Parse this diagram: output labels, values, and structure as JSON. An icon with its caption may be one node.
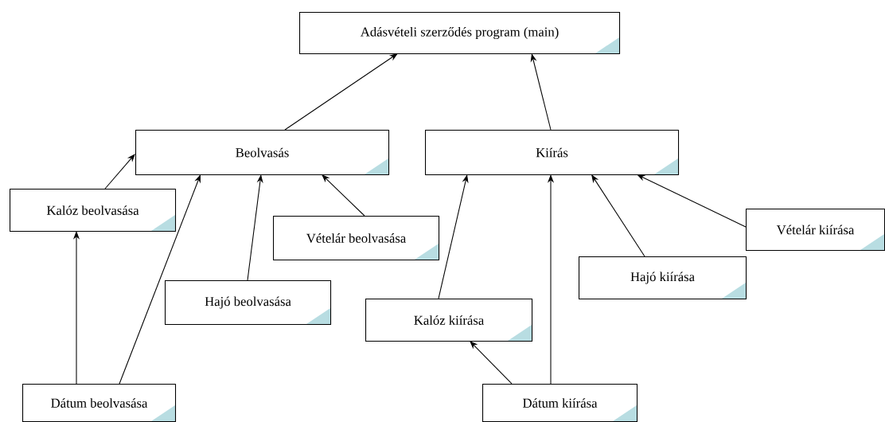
{
  "diagram": {
    "nodes": [
      {
        "text": [
          "Adásvételi szerződés program (main)"
        ]
      },
      {
        "text": [
          "Beolvasás"
        ]
      },
      {
        "text": [
          "Kiírás"
        ]
      },
      {
        "text": [
          "Kalóz beolvasása"
        ]
      },
      {
        "text": [
          "Vételár beolvasása"
        ]
      },
      {
        "text": [
          "Hajó beolvasása"
        ]
      },
      {
        "text": [
          "Dátum beolvasása"
        ]
      },
      {
        "text": [
          "Vételár kiírása"
        ]
      },
      {
        "text": [
          "Hajó kiírása"
        ]
      },
      {
        "text": [
          "Kalóz kiírása"
        ]
      },
      {
        "text": [
          "Dátum kiírása"
        ]
      }
    ],
    "edges": [
      {
        "from": 1,
        "to": 0,
        "arrow": "to"
      },
      {
        "from": 2,
        "to": 0,
        "arrow": "to"
      },
      {
        "from": 3,
        "to": 1,
        "arrow": "to"
      },
      {
        "from": 6,
        "to": 3,
        "arrow": "to"
      },
      {
        "from": 6,
        "to": 1,
        "arrow": "to"
      },
      {
        "from": 5,
        "to": 1,
        "arrow": "to"
      },
      {
        "from": 4,
        "to": 1,
        "arrow": "to"
      },
      {
        "from": 9,
        "to": 2,
        "arrow": "to"
      },
      {
        "from": 10,
        "to": 2,
        "arrow": "to"
      },
      {
        "from": 8,
        "to": 2,
        "arrow": "to"
      },
      {
        "from": 7,
        "to": 2,
        "arrow": "to"
      },
      {
        "from": 10,
        "to": 9,
        "arrow": "to"
      }
    ]
  }
}
